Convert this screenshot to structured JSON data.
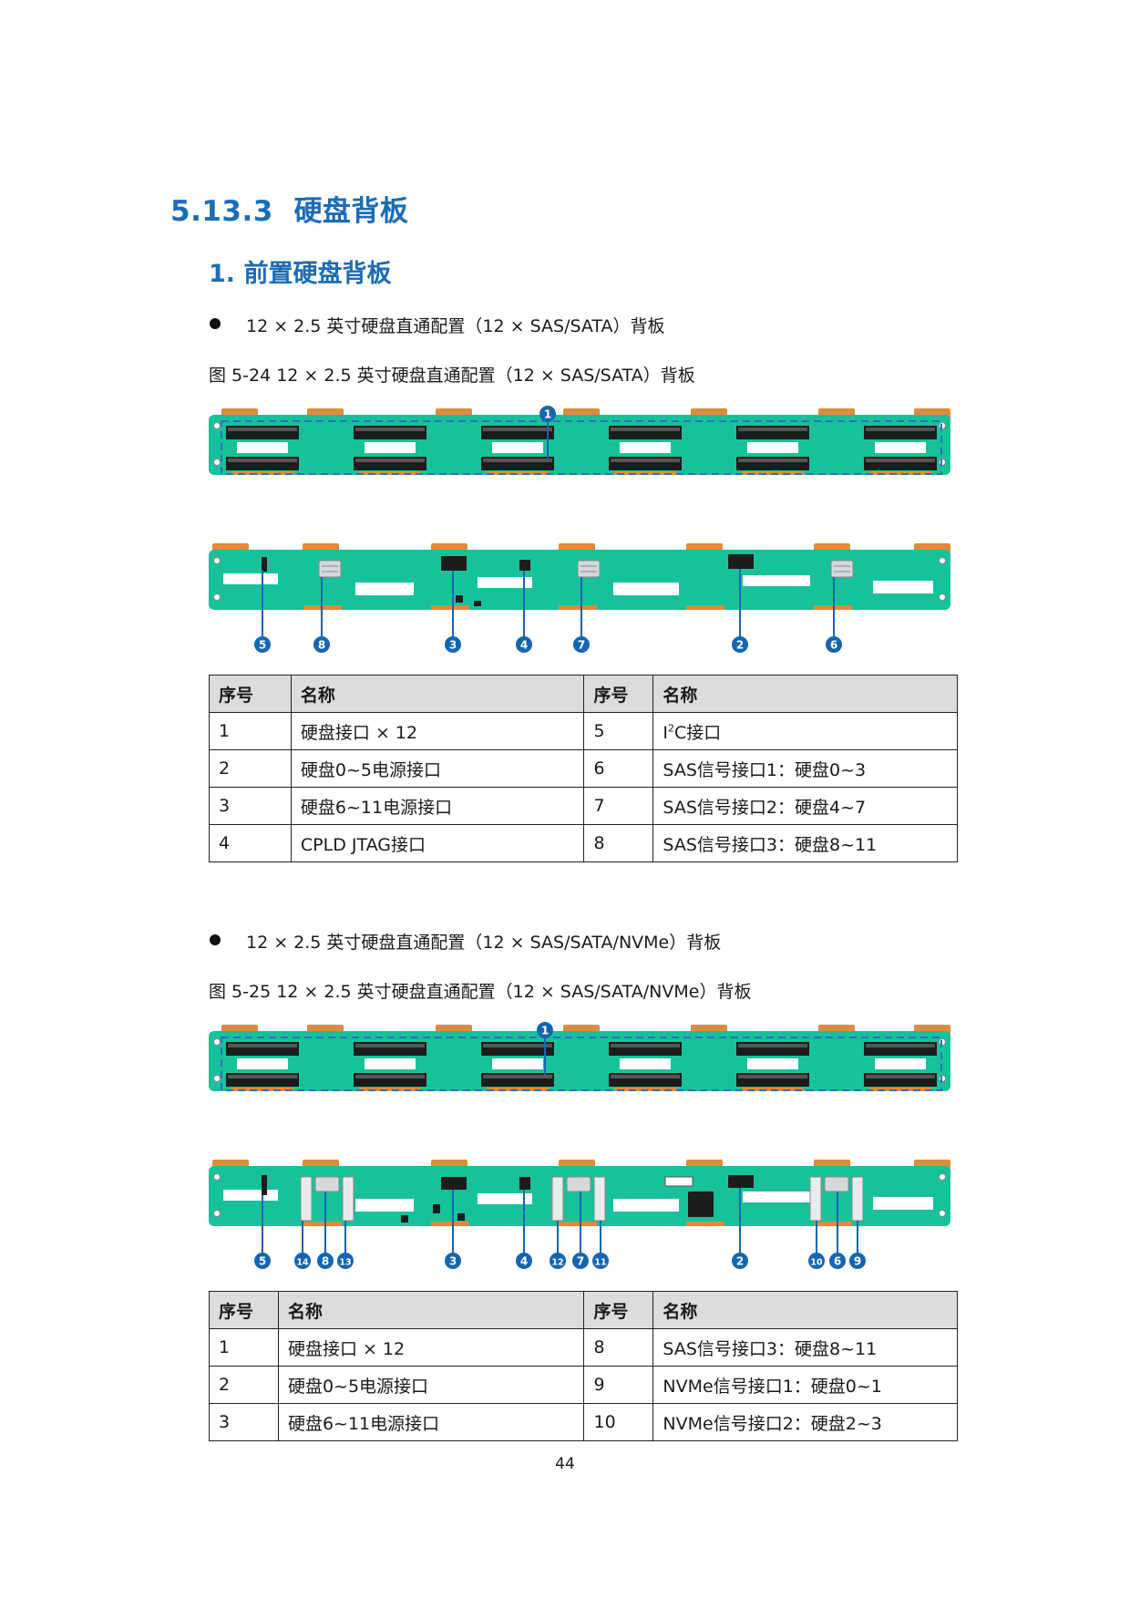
{
  "section": {
    "number": "5.13.3",
    "title": "硬盘背板"
  },
  "subsection": {
    "number": "1.",
    "title": "前置硬盘背板"
  },
  "block1": {
    "bullet": "12 × 2.5 英寸硬盘直通配置（12 × SAS/SATA）背板",
    "caption": "图 5-24 12 × 2.5 英寸硬盘直通配置（12 × SAS/SATA）背板",
    "callouts": [
      "1",
      "5",
      "8",
      "3",
      "4",
      "7",
      "2",
      "6"
    ],
    "table": {
      "headers": [
        "序号",
        "名称",
        "序号",
        "名称"
      ],
      "rows": [
        [
          "1",
          "硬盘接口 × 12",
          "5",
          "I2C接口"
        ],
        [
          "2",
          "硬盘0~5电源接口",
          "6",
          "SAS信号接口1：硬盘0~3"
        ],
        [
          "3",
          "硬盘6~11电源接口",
          "7",
          "SAS信号接口2：硬盘4~7"
        ],
        [
          "4",
          "CPLD JTAG接口",
          "8",
          "SAS信号接口3：硬盘8~11"
        ]
      ]
    }
  },
  "block2": {
    "bullet": "12 × 2.5 英寸硬盘直通配置（12 × SAS/SATA/NVMe）背板",
    "caption": "图 5-25 12 × 2.5 英寸硬盘直通配置（12 × SAS/SATA/NVMe）背板",
    "callouts": [
      "1",
      "5",
      "14",
      "8",
      "13",
      "3",
      "4",
      "12",
      "7",
      "11",
      "2",
      "10",
      "6",
      "9"
    ],
    "table": {
      "headers": [
        "序号",
        "名称",
        "序号",
        "名称"
      ],
      "rows": [
        [
          "1",
          "硬盘接口 × 12",
          "8",
          "SAS信号接口3：硬盘8~11"
        ],
        [
          "2",
          "硬盘0~5电源接口",
          "9",
          "NVMe信号接口1：硬盘0~1"
        ],
        [
          "3",
          "硬盘6~11电源接口",
          "10",
          "NVMe信号接口2：硬盘2~3"
        ]
      ]
    }
  },
  "page_number": "44",
  "colors": {
    "heading": "#1c6cb5",
    "pcb_green": "#17c29a",
    "pcb_orange": "#e08a3c",
    "callout_blue": "#1565b0",
    "outline_blue": "#2f6fc0"
  }
}
